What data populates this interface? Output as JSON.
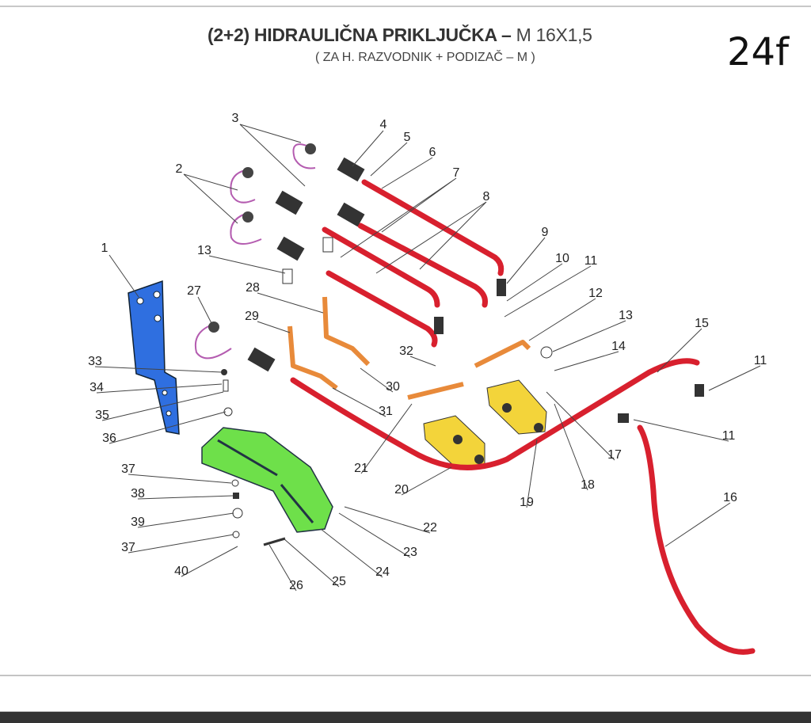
{
  "header": {
    "title_bold": "(2+2) HIDRAULIČNA  PRIKLJUČKA –",
    "title_spec": " M 16X1,5",
    "subtitle": "( ZA  H. RAZVODNIK + PODIZAČ – M )",
    "page_code": "24f"
  },
  "callouts": [
    "1",
    "2",
    "3",
    "4",
    "5",
    "6",
    "7",
    "8",
    "9",
    "10",
    "11",
    "12",
    "13",
    "13",
    "14",
    "15",
    "11",
    "11",
    "16",
    "17",
    "18",
    "19",
    "20",
    "21",
    "22",
    "23",
    "24",
    "25",
    "26",
    "27",
    "28",
    "29",
    "30",
    "31",
    "32",
    "33",
    "34",
    "35",
    "36",
    "37",
    "38",
    "39",
    "37",
    "40"
  ],
  "colors": {
    "bracket": "#2f6fe0",
    "plate": "#6ee04a",
    "hose": "#d8202e",
    "pipe": "#e88a3a",
    "valve": "#f3d43a"
  }
}
